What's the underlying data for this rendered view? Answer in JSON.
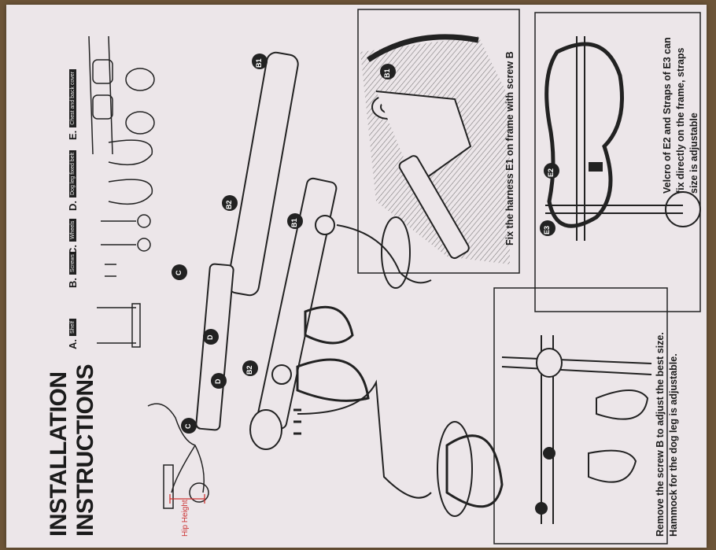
{
  "title": [
    "INSTALLATION",
    "INSTRUCTIONS"
  ],
  "parts": [
    {
      "letter": "A.",
      "label": "Shelf"
    },
    {
      "letter": "B.",
      "label": "Screws"
    },
    {
      "letter": "C.",
      "label": "Wheels"
    },
    {
      "letter": "D.",
      "label": "Dog leg fixed belt"
    },
    {
      "letter": "E.",
      "label": "Chest and back cover"
    }
  ],
  "markers": [
    "B1",
    "B2",
    "C",
    "D",
    "B2",
    "D",
    "C",
    "B1"
  ],
  "hip_height_label": "Hip Height",
  "caption_left": "Remove the screw B to adjust the best size.\nHammock for the dog leg is adjustable.",
  "caption_top_right": "Fix the harness E1 on frame with screw B",
  "caption_right": "Velcro of E2 and Straps of E3 can\nfix directly on the frame, straps\nsize is adjustable",
  "detail_labels": [
    "B1",
    "E2",
    "E3"
  ]
}
